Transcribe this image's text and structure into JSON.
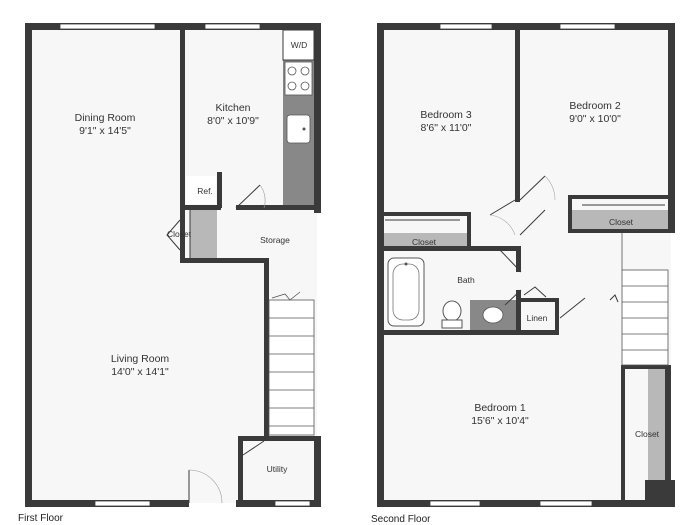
{
  "colors": {
    "wall": "#3a3a3a",
    "floor": "#f7f7f7",
    "fixture": "#888888",
    "closet_fill": "#b8b8b8"
  },
  "first_floor": {
    "label": "First Floor",
    "rooms": {
      "dining": {
        "name": "Dining Room",
        "dim": "9'1\" x 14'5\""
      },
      "kitchen": {
        "name": "Kitchen",
        "dim": "8'0\" x 10'9\""
      },
      "living": {
        "name": "Living Room",
        "dim": "14'0\" x 14'1\""
      }
    },
    "labels": {
      "wd": "W/D",
      "ref": "Ref.",
      "closet": "Closet",
      "storage": "Storage",
      "utility": "Utility"
    }
  },
  "second_floor": {
    "label": "Second Floor",
    "rooms": {
      "bedroom3": {
        "name": "Bedroom 3",
        "dim": "8'6\" x 11'0\""
      },
      "bedroom2": {
        "name": "Bedroom 2",
        "dim": "9'0\" x 10'0\""
      },
      "bedroom1": {
        "name": "Bedroom 1",
        "dim": "15'6\" x 10'4\""
      }
    },
    "labels": {
      "bath": "Bath",
      "linen": "Linen",
      "closet_b3": "Closet",
      "closet_b2": "Closet",
      "closet_b1": "Closet"
    }
  }
}
